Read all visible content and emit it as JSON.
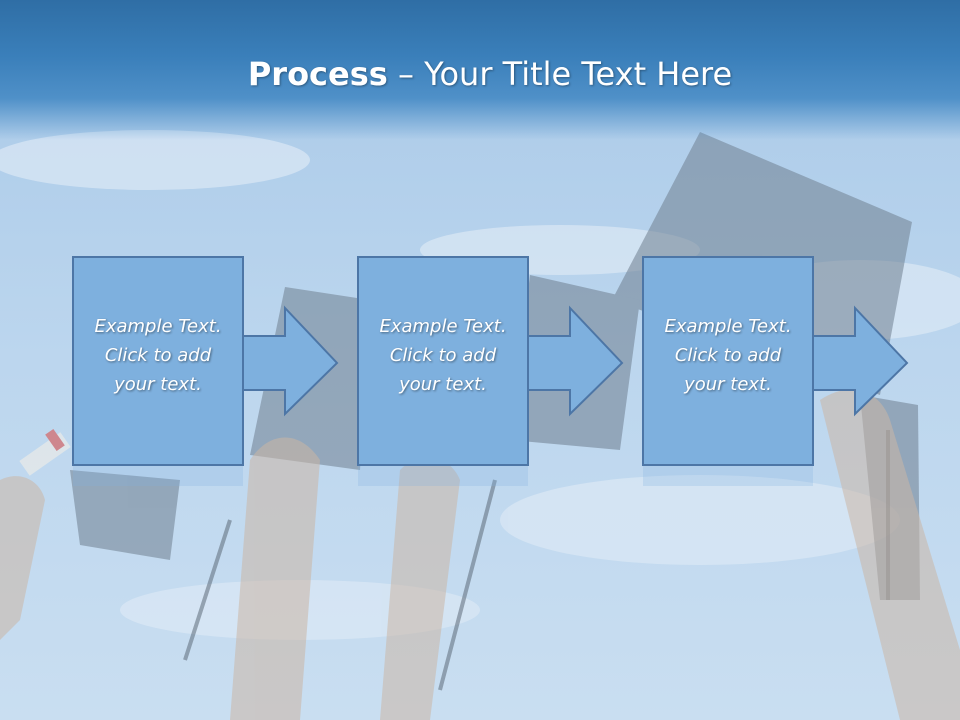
{
  "slide": {
    "title_bold": "Process",
    "title_rest": " – Your Title Text Here"
  },
  "steps": [
    {
      "text": "Example Text.\nClick  to add\nyour text."
    },
    {
      "text": "Example Text.\nClick  to add\nyour text."
    },
    {
      "text": "Example Text.\nClick  to add\nyour text."
    }
  ],
  "colors": {
    "box_fill": "#7eb0de",
    "box_stroke": "#4d76a6",
    "header": "#2f6ea5",
    "sky": "#b9d5ee"
  }
}
